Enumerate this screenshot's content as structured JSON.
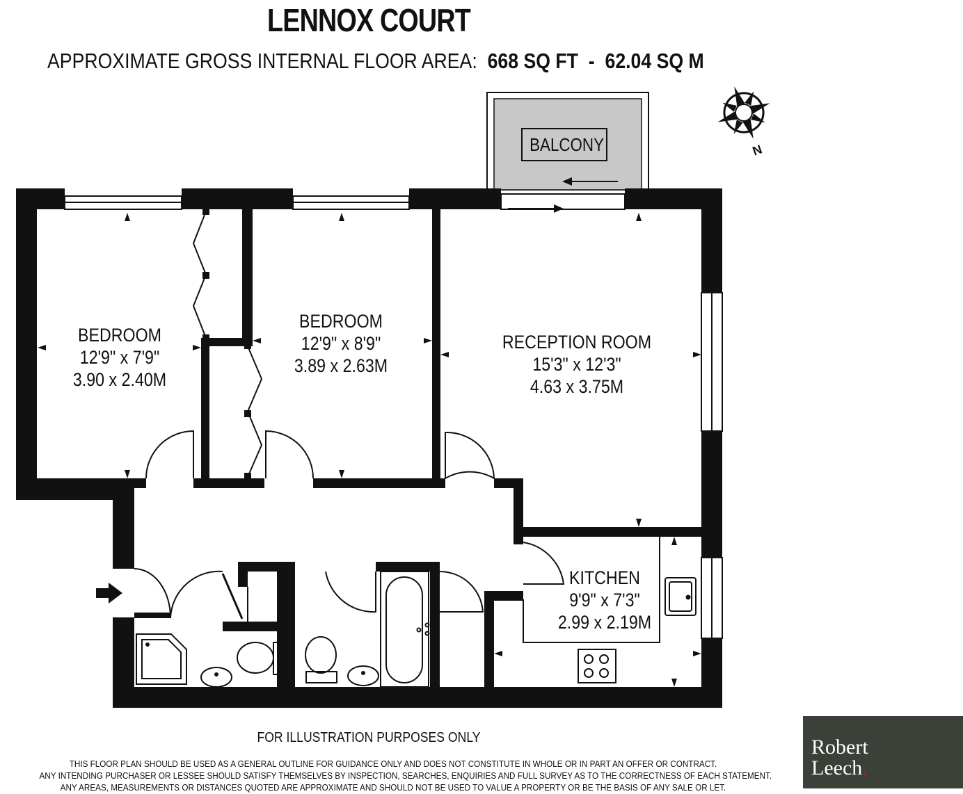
{
  "header": {
    "title": "LENNOX COURT",
    "area_label": "APPROXIMATE GROSS INTERNAL FLOOR AREA:",
    "area_sqft": "668 SQ FT",
    "area_separator": "-",
    "area_sqm": "62.04 SQ M"
  },
  "rooms": [
    {
      "name": "BEDROOM",
      "imperial": "12'9\" x 7'9\"",
      "metric": "3.90 x 2.40M"
    },
    {
      "name": "BEDROOM",
      "imperial": "12'9\" x 8'9\"",
      "metric": "3.89 x 2.63M"
    },
    {
      "name": "RECEPTION ROOM",
      "imperial": "15'3\" x 12'3\"",
      "metric": "4.63 x 3.75M"
    },
    {
      "name": "KITCHEN",
      "imperial": "9'9\" x 7'3\"",
      "metric": "2.99 x 2.19M"
    }
  ],
  "balcony": {
    "label": "BALCONY"
  },
  "compass": {
    "north_label": "N"
  },
  "footer": {
    "illustration_note": "FOR ILLUSTRATION PURPOSES ONLY",
    "disclaimer": [
      "THIS FLOOR PLAN SHOULD BE USED AS A GENERAL OUTLINE FOR GUIDANCE ONLY AND DOES NOT CONSTITUTE IN WHOLE OR IN PART AN OFFER OR CONTRACT.",
      "ANY INTENDING PURCHASER OR LESSEE SHOULD SATISFY THEMSELVES BY INSPECTION, SEARCHES, ENQUIRIES AND FULL SURVEY AS TO THE CORRECTNESS OF EACH STATEMENT.",
      "ANY AREAS, MEASUREMENTS OR DISTANCES QUOTED ARE APPROXIMATE AND SHOULD NOT BE USED TO VALUE A PROPERTY OR BE THE BASIS OF ANY SALE OR LET."
    ]
  },
  "logo": {
    "line1": "Robert",
    "line2": "Leech",
    "dot": ".",
    "icon": "oak-leaf-icon",
    "background": "#3b4138",
    "dot_color": "#c3102f"
  },
  "colors": {
    "wall": "#111111",
    "balcony_fill": "#c8c8c8"
  }
}
